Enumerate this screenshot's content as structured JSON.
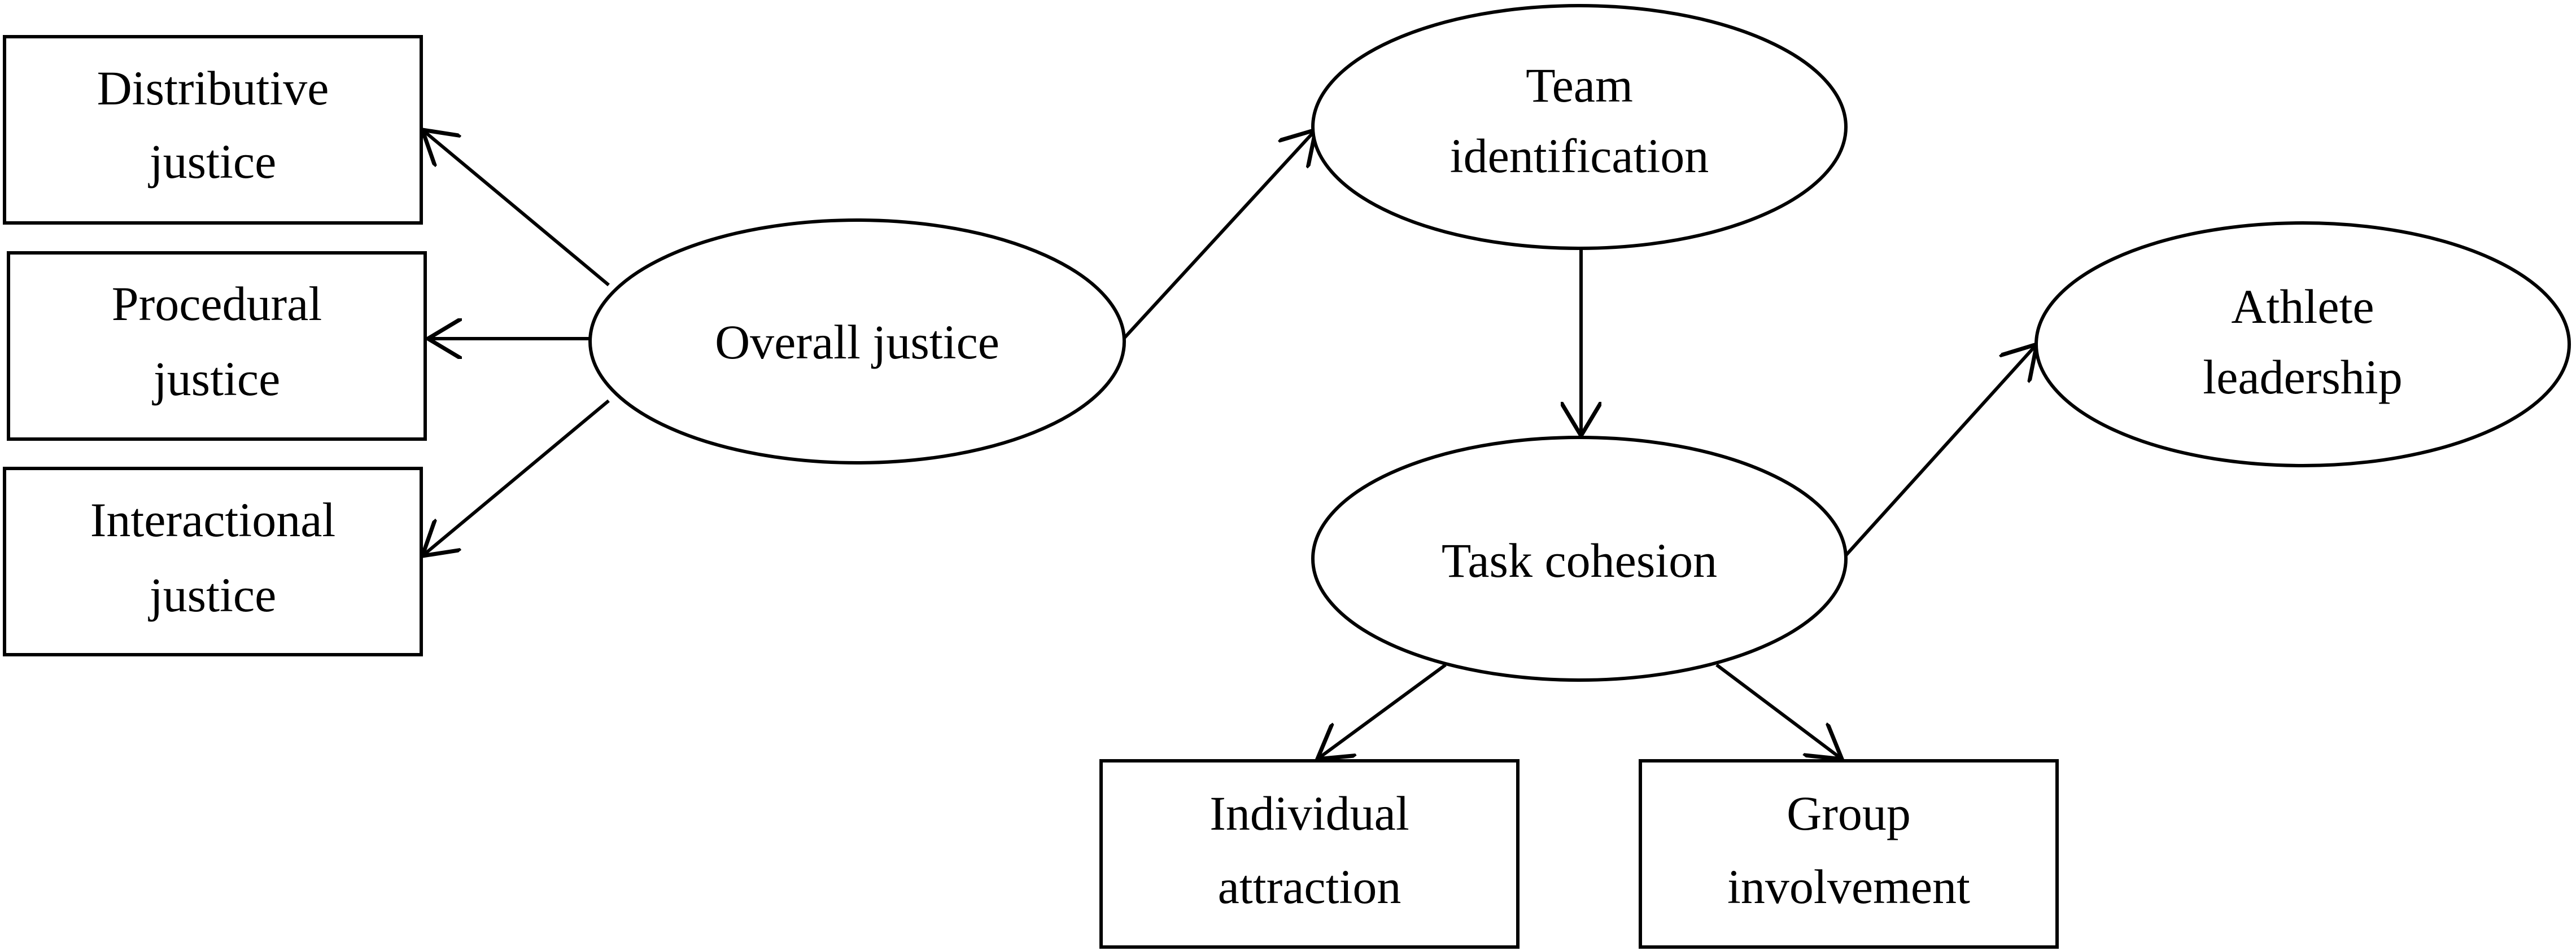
{
  "nodes": {
    "distributive": {
      "line1": "Distributive",
      "line2": "justice"
    },
    "procedural": {
      "line1": "Procedural",
      "line2": "justice"
    },
    "interactional": {
      "line1": "Interactional",
      "line2": "justice"
    },
    "overall": {
      "line1": "Overall justice"
    },
    "team": {
      "line1": "Team",
      "line2": "identification"
    },
    "task": {
      "line1": "Task cohesion"
    },
    "athlete": {
      "line1": "Athlete",
      "line2": "leadership"
    },
    "individual": {
      "line1": "Individual",
      "line2": "attraction"
    },
    "group": {
      "line1": "Group",
      "line2": "involvement"
    }
  },
  "edges": [
    {
      "from": "overall",
      "to": "distributive"
    },
    {
      "from": "overall",
      "to": "procedural"
    },
    {
      "from": "overall",
      "to": "interactional"
    },
    {
      "from": "overall",
      "to": "team"
    },
    {
      "from": "team",
      "to": "task"
    },
    {
      "from": "task",
      "to": "athlete"
    },
    {
      "from": "task",
      "to": "individual"
    },
    {
      "from": "task",
      "to": "group"
    }
  ]
}
